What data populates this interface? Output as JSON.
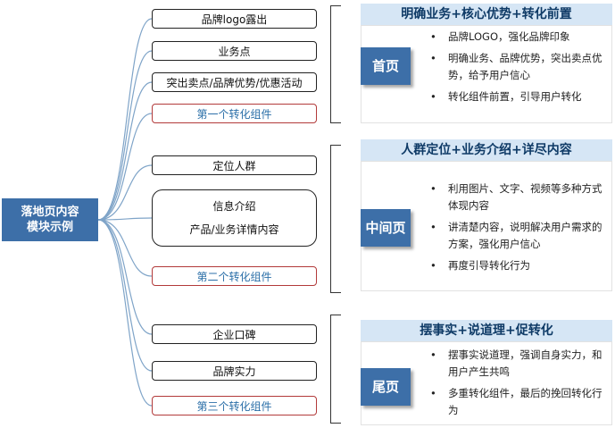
{
  "root": {
    "line1": "落地页内容",
    "line2": "模块示例"
  },
  "sections": [
    {
      "page_label": "首页",
      "header": "明确业务+核心优势+转化前置",
      "nodes": [
        "品牌logo露出",
        "业务点",
        "突出卖点/品牌优势/优惠活动"
      ],
      "conversion": "第一个转化组件",
      "bullets": [
        "品牌LOGO，强化品牌印象",
        "明确业务、品牌优势，突出卖点优势，给予用户信心",
        "转化组件前置，引导用户转化"
      ]
    },
    {
      "page_label": "中间页",
      "header": "人群定位+业务介绍+详尽内容",
      "nodes": [
        "定位人群"
      ],
      "detail": {
        "line1": "信息介绍",
        "line2": "产品/业务详情内容"
      },
      "conversion": "第二个转化组件",
      "bullets": [
        "利用图片、文字、视频等多种方式体现内容",
        "讲清楚内容，说明解决用户需求的方案，强化用户信心",
        "再度引导转化行为"
      ]
    },
    {
      "page_label": "尾页",
      "header": "摆事实+说道理+促转化",
      "nodes": [
        "企业口碑",
        "品牌实力"
      ],
      "conversion": "第三个转化组件",
      "bullets": [
        "摆事实说道理，强调自身实力，和用户产生共鸣",
        "多重转化组件，最后的挽回转化行为"
      ]
    }
  ],
  "colors": {
    "accent": "#3d6fa8",
    "header_bg": "#d6e6f5",
    "header_text": "#0e3a66",
    "conversion_border": "#b23a3a",
    "conversion_text": "#2b6fa8",
    "connector": "#7fa4c8"
  }
}
